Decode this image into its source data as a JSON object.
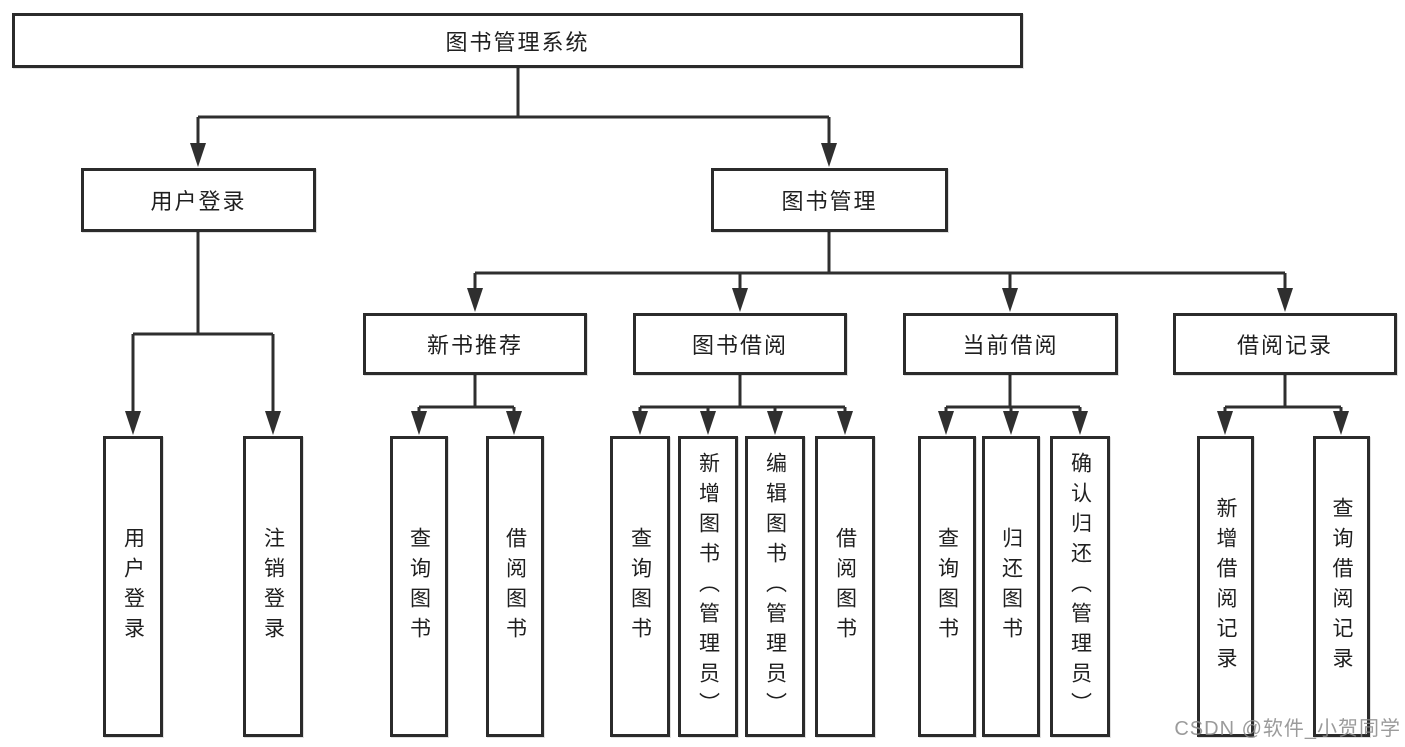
{
  "colors": {
    "background": "#ffffff",
    "line": "#2f2f2f",
    "box_border": "#2b2b2b",
    "text": "#1f1f1f",
    "watermark": "#898989"
  },
  "tree": {
    "root": {
      "label": "图书管理系统",
      "children": [
        {
          "label": "用户登录",
          "children": [
            {
              "label": "用户登录"
            },
            {
              "label": "注销登录"
            }
          ]
        },
        {
          "label": "图书管理",
          "children": [
            {
              "label": "新书推荐",
              "children": [
                {
                  "label": "查询图书"
                },
                {
                  "label": "借阅图书"
                }
              ]
            },
            {
              "label": "图书借阅",
              "children": [
                {
                  "label": "查询图书"
                },
                {
                  "label": "新增图书（管理员）"
                },
                {
                  "label": "编辑图书（管理员）"
                },
                {
                  "label": "借阅图书"
                }
              ]
            },
            {
              "label": "当前借阅",
              "children": [
                {
                  "label": "查询图书"
                },
                {
                  "label": "归还图书"
                },
                {
                  "label": "确认归还（管理员）"
                }
              ]
            },
            {
              "label": "借阅记录",
              "children": [
                {
                  "label": "新增借阅记录"
                },
                {
                  "label": "查询借阅记录"
                }
              ]
            }
          ]
        }
      ]
    }
  },
  "watermark": {
    "text": "CSDN @软件_小贺同学"
  }
}
